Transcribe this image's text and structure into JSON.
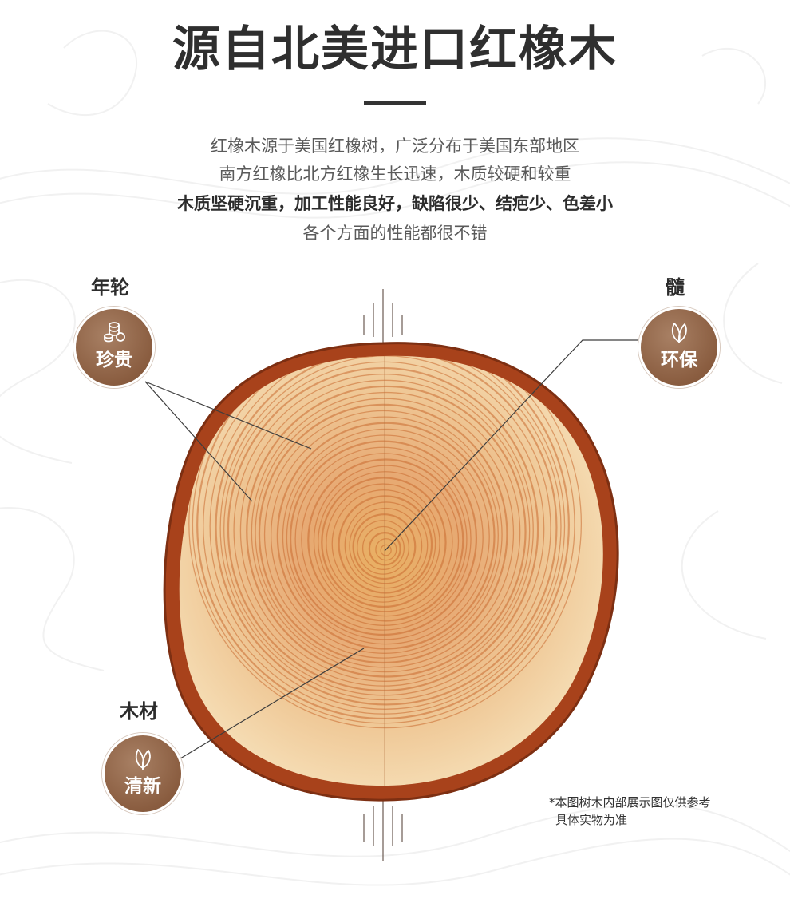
{
  "header": {
    "title": "源自北美进口红橡木"
  },
  "description": {
    "line1": "红橡木源于美国红橡树，广泛分布于美国东部地区",
    "line2": "南方红橡比北方红橡生长迅速，木质较硬和较重",
    "line3": "木质坚硬沉重，加工性能良好，缺陷很少、结疤少、色差小",
    "line4": "各个方面的性能都很不错"
  },
  "callouts": {
    "rings": {
      "label": "年轮",
      "badge_text": "珍贵",
      "icon": "coins-icon"
    },
    "pith": {
      "label": "髓",
      "badge_text": "环保",
      "icon": "leaf-icon"
    },
    "wood": {
      "label": "木材",
      "badge_text": "清新",
      "icon": "leaf-icon"
    }
  },
  "footnote": {
    "line1": "*本图树木内部展示图仅供参考",
    "line2": "具体实物为准"
  },
  "colors": {
    "badge": "#8a5d40",
    "bark": "#a0401c",
    "sapwood": "#f2d8a8",
    "ring": "#c9622c"
  }
}
